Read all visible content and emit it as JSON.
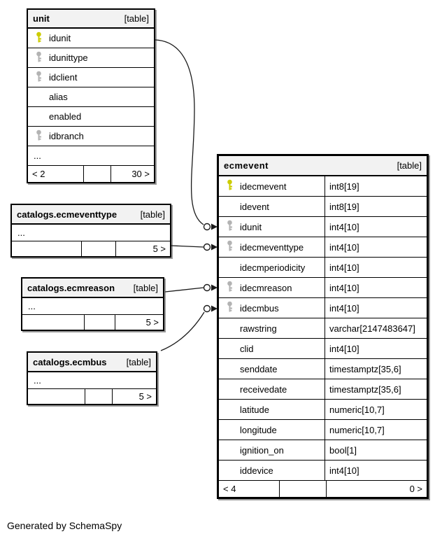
{
  "note": "Generated by SchemaSpy",
  "colors": {
    "primary_key": "#cccc00",
    "foreign_key": "#b3b3b3",
    "header_bg": "#f2f2f2",
    "border": "#000000",
    "shadow": "#999999"
  },
  "tables": {
    "unit": {
      "title": "unit",
      "badge": "[table]",
      "rows": [
        {
          "name": "idunit",
          "key": "primary"
        },
        {
          "name": "idunittype",
          "key": "foreign"
        },
        {
          "name": "idclient",
          "key": "foreign"
        },
        {
          "name": "alias"
        },
        {
          "name": "enabled"
        },
        {
          "name": "idbranch",
          "key": "foreign"
        },
        {
          "name": "..."
        }
      ],
      "footer": {
        "left": "< 2",
        "mid": "",
        "right": "30 >"
      }
    },
    "ecmeventtype": {
      "title": "catalogs.ecmeventtype",
      "badge": "[table]",
      "rows": [
        {
          "name": "..."
        }
      ],
      "footer": {
        "left": "",
        "mid": "",
        "right": "5 >"
      }
    },
    "ecmreason": {
      "title": "catalogs.ecmreason",
      "badge": "[table]",
      "rows": [
        {
          "name": "..."
        }
      ],
      "footer": {
        "left": "",
        "mid": "",
        "right": "5 >"
      }
    },
    "ecmbus": {
      "title": "catalogs.ecmbus",
      "badge": "[table]",
      "rows": [
        {
          "name": "..."
        }
      ],
      "footer": {
        "left": "",
        "mid": "",
        "right": "5 >"
      }
    },
    "ecmevent": {
      "title": "ecmevent",
      "badge": "[table]",
      "rows": [
        {
          "name": "idecmevent",
          "type": "int8[19]",
          "key": "primary"
        },
        {
          "name": "idevent",
          "type": "int8[19]"
        },
        {
          "name": "idunit",
          "type": "int4[10]",
          "key": "foreign"
        },
        {
          "name": "idecmeventtype",
          "type": "int4[10]",
          "key": "foreign"
        },
        {
          "name": "idecmperiodicity",
          "type": "int4[10]"
        },
        {
          "name": "idecmreason",
          "type": "int4[10]",
          "key": "foreign"
        },
        {
          "name": "idecmbus",
          "type": "int4[10]",
          "key": "foreign"
        },
        {
          "name": "rawstring",
          "type": "varchar[2147483647]"
        },
        {
          "name": "clid",
          "type": "int4[10]"
        },
        {
          "name": "senddate",
          "type": "timestamptz[35,6]"
        },
        {
          "name": "receivedate",
          "type": "timestamptz[35,6]"
        },
        {
          "name": "latitude",
          "type": "numeric[10,7]"
        },
        {
          "name": "longitude",
          "type": "numeric[10,7]"
        },
        {
          "name": "ignition_on",
          "type": "bool[1]"
        },
        {
          "name": "iddevice",
          "type": "int4[10]"
        }
      ],
      "footer": {
        "left": "< 4",
        "mid": "",
        "right": "0 >"
      }
    }
  },
  "relationships": [
    {
      "from": "unit.idunit",
      "to": "ecmevent.idunit"
    },
    {
      "from": "catalogs.ecmeventtype",
      "to": "ecmevent.idecmeventtype"
    },
    {
      "from": "catalogs.ecmreason",
      "to": "ecmevent.idecmreason"
    },
    {
      "from": "catalogs.ecmbus",
      "to": "ecmevent.idecmbus"
    }
  ]
}
